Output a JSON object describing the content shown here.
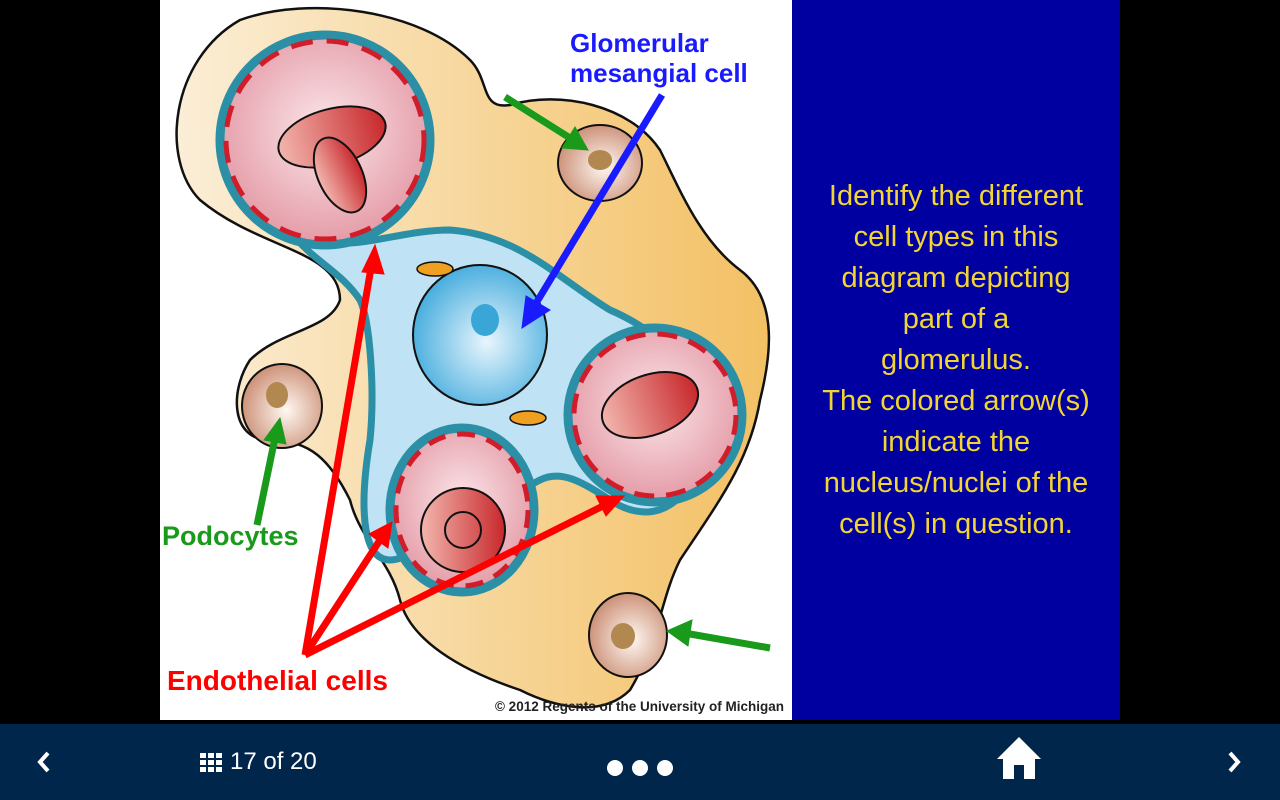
{
  "slide": {
    "figure": {
      "labels": {
        "mesangial_line1": "Glomerular",
        "mesangial_line2": "mesangial cell",
        "podocytes": "Podocytes",
        "endothelial": "Endothelial cells"
      },
      "copyright": "© 2012 Regents of the University of Michigan",
      "arrow_colors": {
        "mesangial": "#1a1aff",
        "podocytes": "#1a9a1a",
        "endothelial": "#ff0000"
      }
    },
    "panel": {
      "background": "#0000a0",
      "text_color": "#f2d531",
      "lines": [
        "Identify the different",
        "cell types in this",
        "diagram depicting",
        "part of a",
        "glomerulus.",
        "The colored arrow(s)",
        "indicate the",
        "nucleus/nuclei of the",
        "cell(s) in question."
      ]
    }
  },
  "navbar": {
    "background": "#00264b",
    "prev_icon": "chevron-left-icon",
    "next_icon": "chevron-right-icon",
    "grid_icon": "grid-icon",
    "home_icon": "home-icon",
    "counter": "17 of 20",
    "current_slide": 17,
    "total_slides": 20,
    "dots_count": 3
  }
}
